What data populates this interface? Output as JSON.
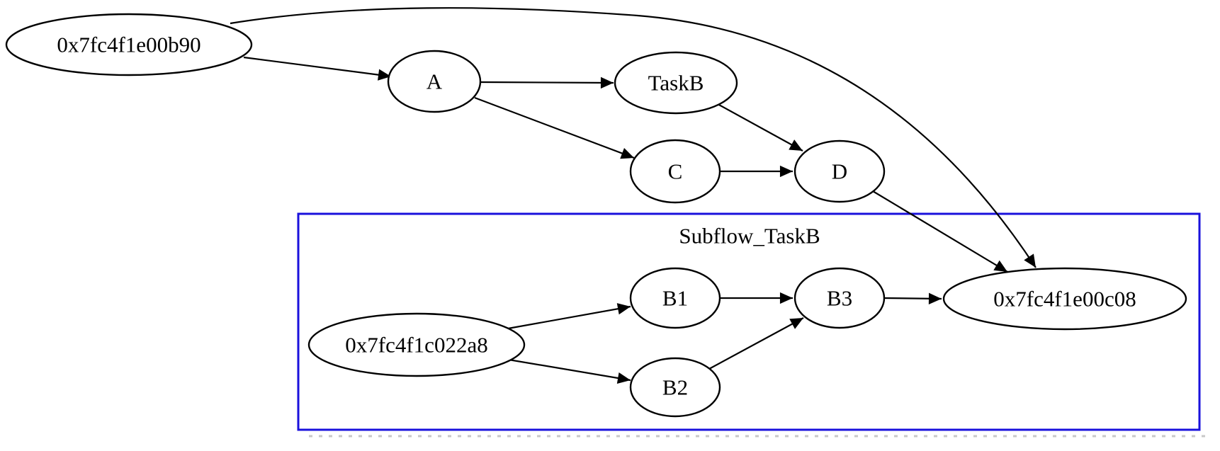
{
  "diagram": {
    "kind": "taskflow-dependency-graph",
    "background_color": "#ffffff",
    "edge_color": "#000000",
    "node_fill": "#ffffff",
    "node_stroke": "#000000",
    "cluster": {
      "label": "Subflow_TaskB",
      "border_color": "#1a11dc"
    },
    "dotted_rule_color": "#c8c8c8",
    "nodes": {
      "b90": {
        "label": "0x7fc4f1e00b90"
      },
      "a": {
        "label": "A"
      },
      "taskb": {
        "label": "TaskB"
      },
      "c": {
        "label": "C"
      },
      "d": {
        "label": "D"
      },
      "c022a8": {
        "label": "0x7fc4f1c022a8"
      },
      "b1": {
        "label": "B1"
      },
      "b2": {
        "label": "B2"
      },
      "b3": {
        "label": "B3"
      },
      "c08": {
        "label": "0x7fc4f1e00c08"
      }
    },
    "edges": [
      {
        "from": "0x7fc4f1e00b90",
        "to": "A"
      },
      {
        "from": "0x7fc4f1e00b90",
        "to": "0x7fc4f1e00c08"
      },
      {
        "from": "A",
        "to": "TaskB"
      },
      {
        "from": "A",
        "to": "C"
      },
      {
        "from": "TaskB",
        "to": "D"
      },
      {
        "from": "C",
        "to": "D"
      },
      {
        "from": "D",
        "to": "0x7fc4f1e00c08"
      },
      {
        "from": "0x7fc4f1c022a8",
        "to": "B1"
      },
      {
        "from": "0x7fc4f1c022a8",
        "to": "B2"
      },
      {
        "from": "B1",
        "to": "B3"
      },
      {
        "from": "B2",
        "to": "B3"
      },
      {
        "from": "B3",
        "to": "0x7fc4f1e00c08"
      }
    ]
  }
}
